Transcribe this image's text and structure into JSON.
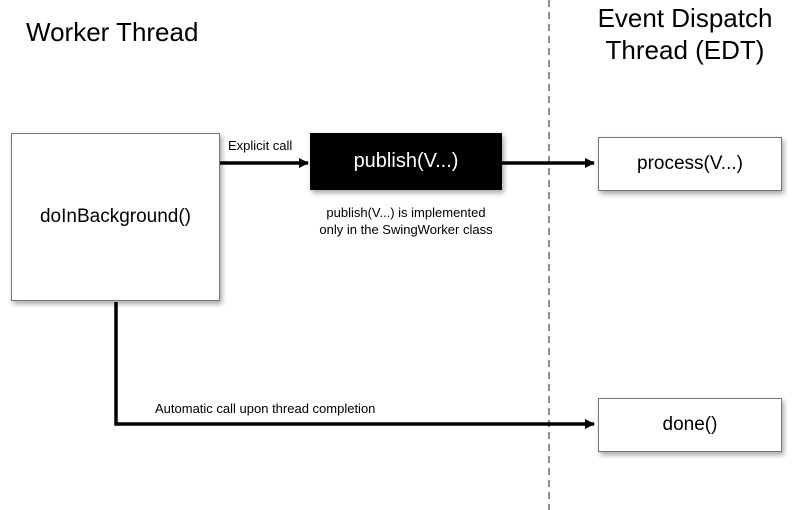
{
  "titles": {
    "left": "Worker Thread",
    "right_line1": "Event Dispatch",
    "right_line2": "Thread (EDT)"
  },
  "boxes": {
    "background": "doInBackground()",
    "publish": "publish(V...)",
    "process": "process(V...)",
    "done": "done()"
  },
  "labels": {
    "explicit_call": "Explicit call",
    "note_line1": "publish(V...) is implemented",
    "note_line2": "only in the SwingWorker class",
    "automatic_call": "Automatic call upon thread completion"
  },
  "colors": {
    "publish_box_fill": "#000000",
    "publish_box_text": "#ffffff",
    "lines": "#000000",
    "divider": "#444444"
  }
}
